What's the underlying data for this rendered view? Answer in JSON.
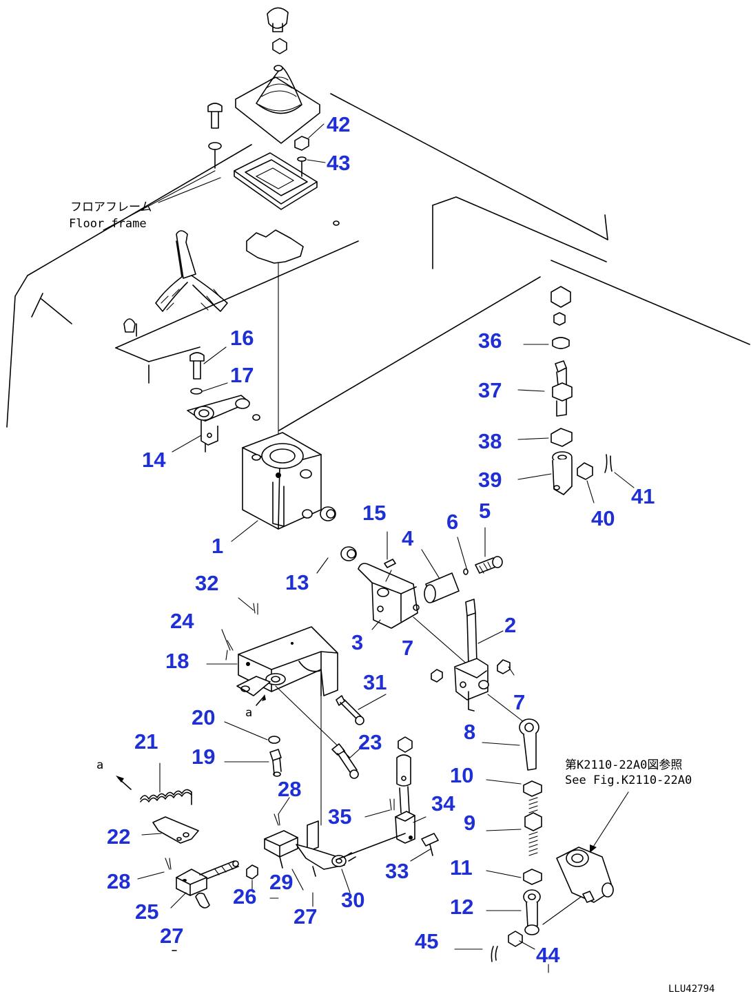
{
  "annotations": {
    "floor_frame_jp": "フロアフレーム",
    "floor_frame_en": "Floor frame",
    "see_fig_jp": "第K2110-22A0図参照",
    "see_fig_en": "See Fig.K2110-22A0",
    "arrow_a": "a",
    "drawing_code": "LLU42794"
  },
  "callouts": [
    "1",
    "2",
    "3",
    "4",
    "5",
    "6",
    "7",
    "7",
    "8",
    "9",
    "10",
    "11",
    "12",
    "13",
    "14",
    "15",
    "16",
    "17",
    "18",
    "19",
    "20",
    "21",
    "22",
    "23",
    "24",
    "25",
    "26",
    "27",
    "27",
    "28",
    "28",
    "29",
    "30",
    "31",
    "32",
    "33",
    "34",
    "35",
    "36",
    "37",
    "38",
    "39",
    "40",
    "41",
    "42",
    "43",
    "44",
    "45"
  ],
  "colors": {
    "callout": "#1f2fd6",
    "line": "#000000",
    "background": "#ffffff"
  }
}
